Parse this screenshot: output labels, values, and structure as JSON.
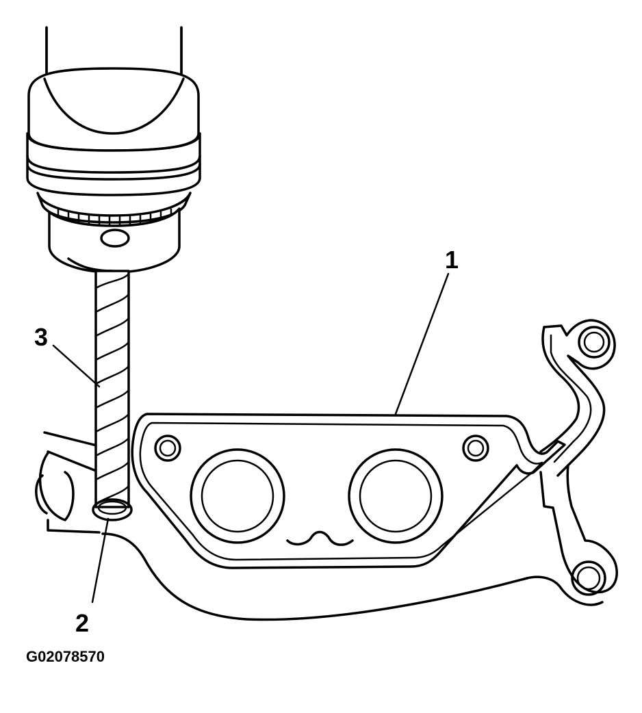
{
  "callouts": {
    "c1": "1",
    "c2": "2",
    "c3": "3"
  },
  "figure_id": "G02078570"
}
